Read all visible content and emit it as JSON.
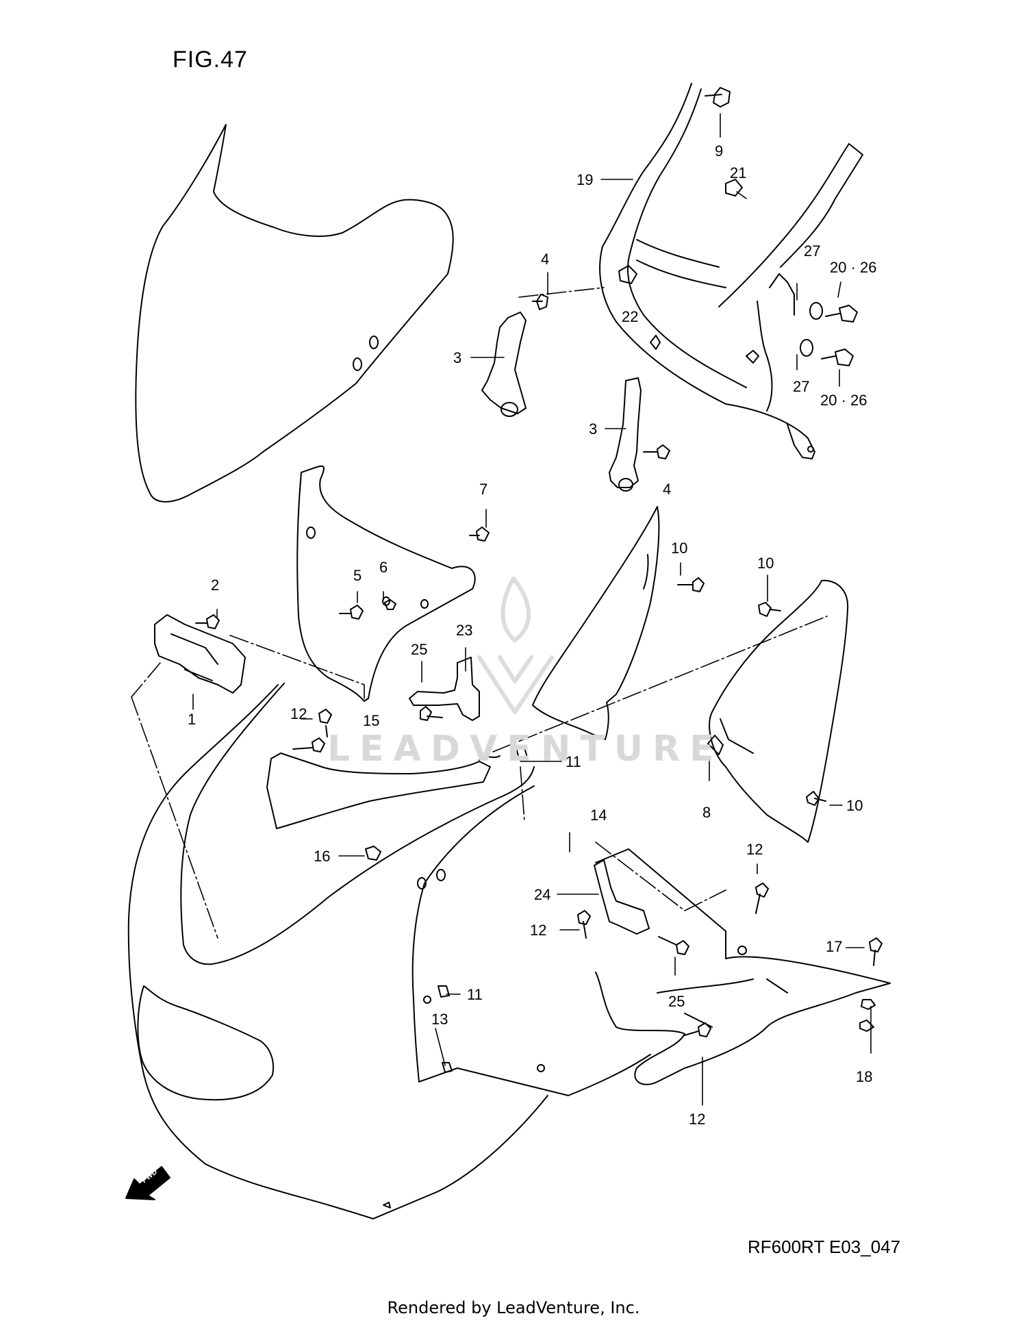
{
  "figure_title": "FIG.47",
  "diagram_id": "RF600RT E03_047",
  "footer": "Rendered by LeadVenture, Inc.",
  "watermark": "LEADVENTURE",
  "fwd_arrow_label": "FWD",
  "callouts": [
    {
      "id": "c1",
      "text": "1"
    },
    {
      "id": "c2",
      "text": "2"
    },
    {
      "id": "c3a",
      "text": "3"
    },
    {
      "id": "c3b",
      "text": "3"
    },
    {
      "id": "c4a",
      "text": "4"
    },
    {
      "id": "c4b",
      "text": "4"
    },
    {
      "id": "c5",
      "text": "5"
    },
    {
      "id": "c6",
      "text": "6"
    },
    {
      "id": "c7",
      "text": "7"
    },
    {
      "id": "c8",
      "text": "8"
    },
    {
      "id": "c9",
      "text": "9"
    },
    {
      "id": "c10a",
      "text": "10"
    },
    {
      "id": "c10b",
      "text": "10"
    },
    {
      "id": "c10c",
      "text": "10"
    },
    {
      "id": "c11a",
      "text": "11"
    },
    {
      "id": "c11b",
      "text": "11"
    },
    {
      "id": "c12a",
      "text": "12"
    },
    {
      "id": "c12b",
      "text": "12"
    },
    {
      "id": "c12c",
      "text": "12"
    },
    {
      "id": "c12d",
      "text": "12"
    },
    {
      "id": "c13",
      "text": "13"
    },
    {
      "id": "c14",
      "text": "14"
    },
    {
      "id": "c15",
      "text": "15"
    },
    {
      "id": "c16",
      "text": "16"
    },
    {
      "id": "c17",
      "text": "17"
    },
    {
      "id": "c18",
      "text": "18"
    },
    {
      "id": "c19",
      "text": "19"
    },
    {
      "id": "c20a",
      "text": "20 · 26"
    },
    {
      "id": "c20b",
      "text": "20 · 26"
    },
    {
      "id": "c21",
      "text": "21"
    },
    {
      "id": "c22",
      "text": "22"
    },
    {
      "id": "c23",
      "text": "23"
    },
    {
      "id": "c24",
      "text": "24"
    },
    {
      "id": "c25a",
      "text": "25"
    },
    {
      "id": "c25b",
      "text": "25"
    },
    {
      "id": "c27a",
      "text": "27"
    },
    {
      "id": "c27b",
      "text": "27"
    }
  ]
}
